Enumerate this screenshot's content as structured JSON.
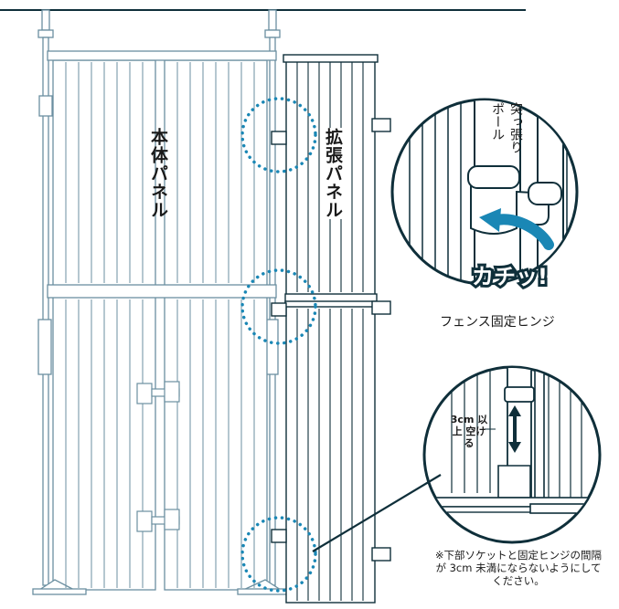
{
  "labels": {
    "main_panel": "本体パネル",
    "extension_panel": "拡張パネル",
    "tension_pole": "突っ張り ポール",
    "click_sound": "カチッ!",
    "hinge_caption": "フェンス固定ヒンジ",
    "gap_label": "3cm 以上 空ける",
    "note": "※下部ソケットと固定ヒンジの間隔が 3cm 未満にならないようにしてください。"
  },
  "colors": {
    "main_panel_line": "#6b8fa0",
    "extension_panel_line": "#0f2f3a",
    "accent": "#1a87b5",
    "dotted_circle": "#1a87b5",
    "text": "#1a1a1a"
  }
}
